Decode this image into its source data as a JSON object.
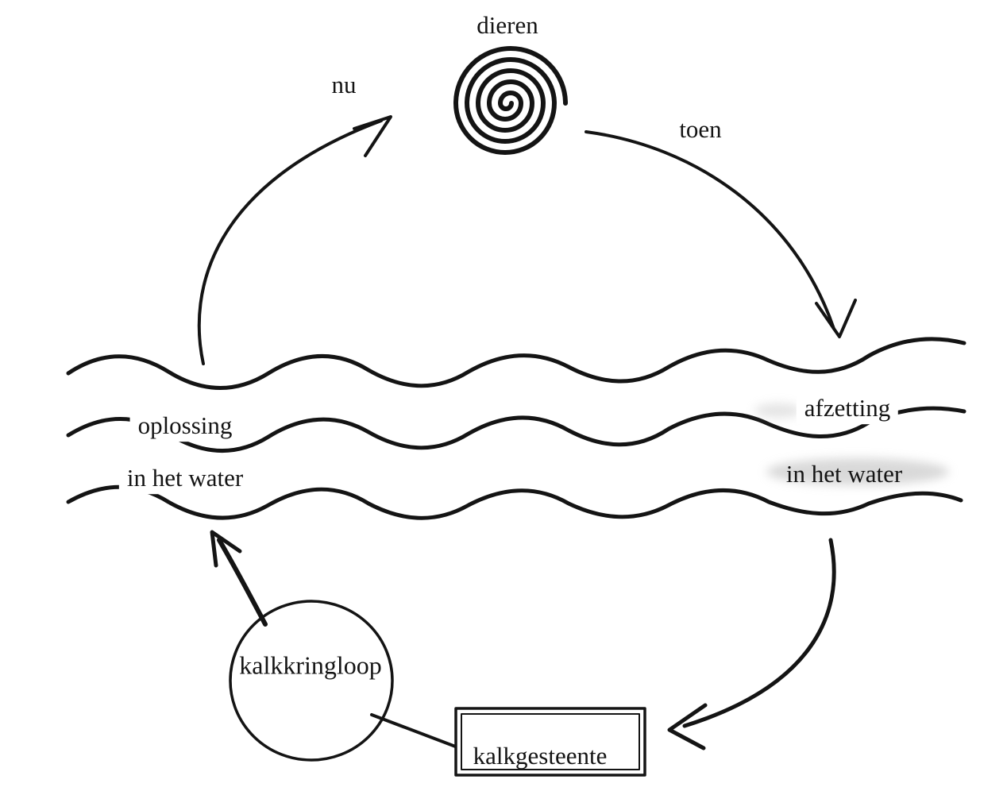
{
  "labels": {
    "animals": "dieren",
    "now": "nu",
    "then": "toen",
    "dissolution": "oplossing",
    "dissolution_sub": "in het water",
    "deposition": "afzetting",
    "deposition_sub": "in het water",
    "cycle_name": "kalkkringloop",
    "limestone": "kalkgesteente"
  },
  "colors": {
    "ink": "#141414",
    "background": "#ffffff",
    "smudge": "#b3b3b3"
  }
}
